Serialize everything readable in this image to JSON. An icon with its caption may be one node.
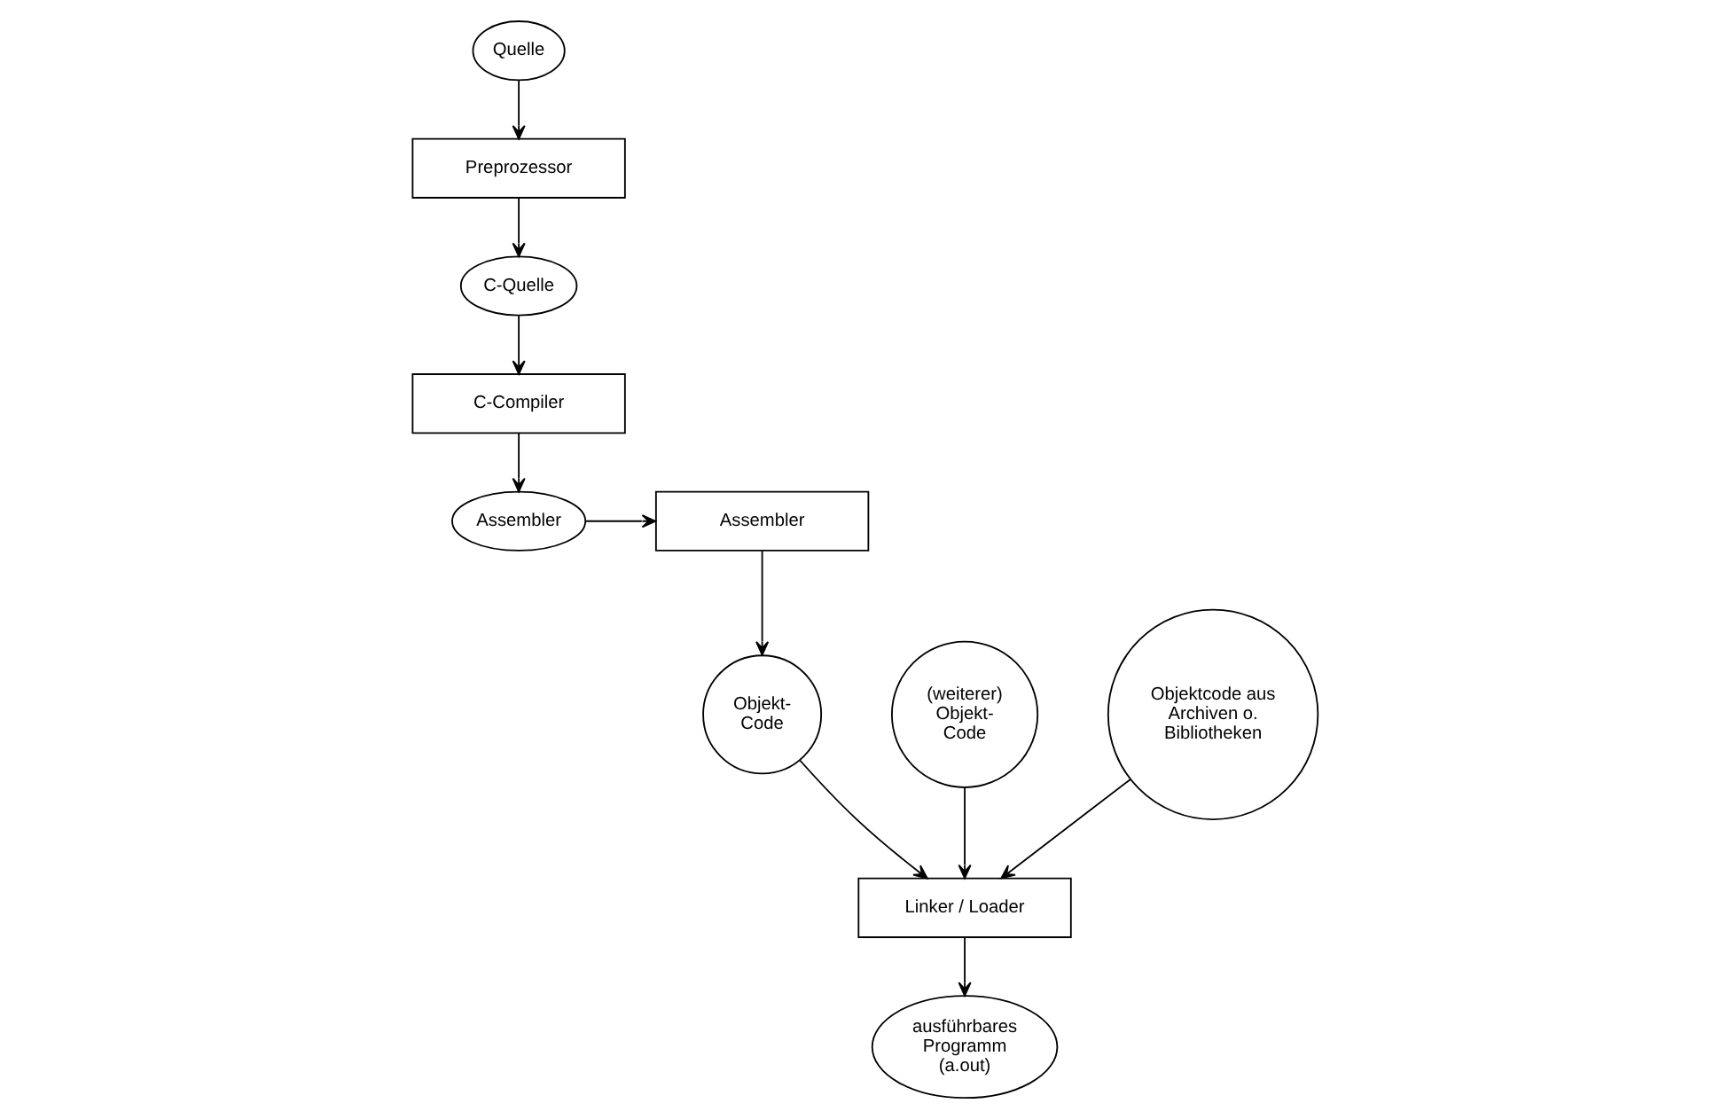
{
  "diagram": {
    "nodes": [
      {
        "text": [
          "Quelle"
        ]
      },
      {
        "text": [
          "Preprozessor"
        ]
      },
      {
        "text": [
          "C-Quelle"
        ]
      },
      {
        "text": [
          "C-Compiler"
        ]
      },
      {
        "text": [
          "Assembler"
        ]
      },
      {
        "text": [
          "Assembler"
        ]
      },
      {
        "text": [
          "Objekt- Code"
        ]
      },
      {
        "text": [
          "(weiterer) Objekt- Code"
        ]
      },
      {
        "text": [
          "Objektcode aus Archiven o. Bibliotheken"
        ]
      },
      {
        "text": [
          "Linker / Loader"
        ]
      },
      {
        "text": [
          "ausführbares Programm (a.out)"
        ]
      }
    ],
    "edges": [
      {
        "from": 0,
        "to": 1,
        "arrow": "to"
      },
      {
        "from": 1,
        "to": 2,
        "arrow": "to"
      },
      {
        "from": 2,
        "to": 3,
        "arrow": "to"
      },
      {
        "from": 3,
        "to": 4,
        "arrow": "to"
      },
      {
        "from": 4,
        "to": 5,
        "arrow": "to"
      },
      {
        "from": 5,
        "to": 6,
        "arrow": "to"
      },
      {
        "from": 6,
        "to": 9,
        "arrow": "to"
      },
      {
        "from": 7,
        "to": 9,
        "arrow": "to"
      },
      {
        "from": 8,
        "to": 9,
        "arrow": "to"
      },
      {
        "from": 9,
        "to": 10,
        "arrow": "to"
      }
    ]
  }
}
